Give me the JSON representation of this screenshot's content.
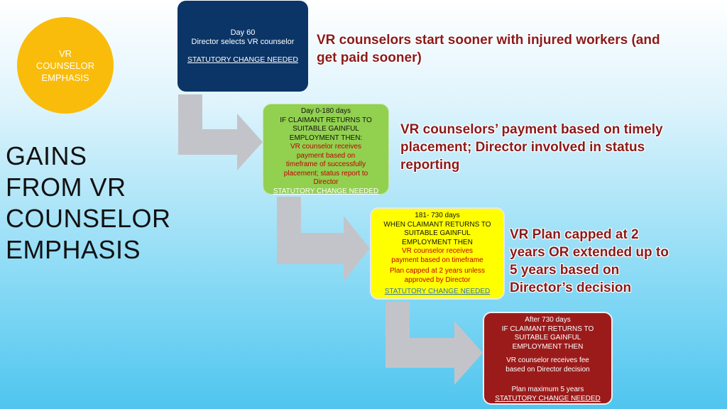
{
  "emphasis_circle": {
    "lines": [
      "VR",
      "COUNSELOR",
      "EMPHASIS"
    ]
  },
  "page_title": {
    "lines": [
      "GAINS",
      "FROM VR",
      "COUNSELOR",
      "EMPHASIS"
    ]
  },
  "steps": [
    {
      "line1": "Day  60",
      "line2": "Director selects VR counselor",
      "link": "STATUTORY CHANGE NEEDED",
      "color": "#0b3566"
    },
    {
      "line1": "Day 0-180 days",
      "line2": "IF CLAIMANT RETURNS TO",
      "line3": "SUITABLE GAINFUL",
      "line4": "EMPLOYMENT THEN:",
      "red_lines": [
        "VR counselor receives",
        "payment  based on",
        "timeframe of  successfully",
        "placement; status report to",
        "Director"
      ],
      "link": "STATUTORY CHANGE NEEDED",
      "color": "#92d050"
    },
    {
      "line1": "181- 730 days",
      "line2": "WHEN CLAIMANT RETURNS TO",
      "line3": "SUITABLE GAINFUL",
      "line4": "EMPLOYMENT THEN",
      "red_lines": [
        "VR counselor receives",
        "payment based on timeframe"
      ],
      "red_lines_b": [
        "Plan capped at 2 years unless"
      ],
      "extra": "approved by Director",
      "link": "STATUTORY CHANGE NEEDED",
      "color": "#ffff00"
    },
    {
      "line1": "After  730 days",
      "line2": "IF CLAIMANT RETURNS TO",
      "line3": "SUITABLE GAINFUL",
      "line4": "EMPLOYMENT THEN",
      "line5": "VR counselor receives fee",
      "line6": "based on Director decision",
      "line7": "Plan maximum 5 years",
      "link": "STATUTORY CHANGE NEEDED",
      "color": "#9b1b1b"
    }
  ],
  "notes": [
    {
      "lines": [
        "VR counselors start sooner with injured workers (and",
        "get paid sooner)"
      ]
    },
    {
      "lines": [
        "VR counselors’ payment based on timely",
        "placement; Director involved in status",
        "reporting"
      ]
    },
    {
      "lines": [
        "VR Plan capped at 2",
        "years OR extended up to",
        "5 years based on",
        "Director’s decision"
      ]
    }
  ],
  "colors": {
    "arrow": "#c3c4c9",
    "note_text": "#8b1a1a",
    "circle": "#f9bc0b"
  }
}
